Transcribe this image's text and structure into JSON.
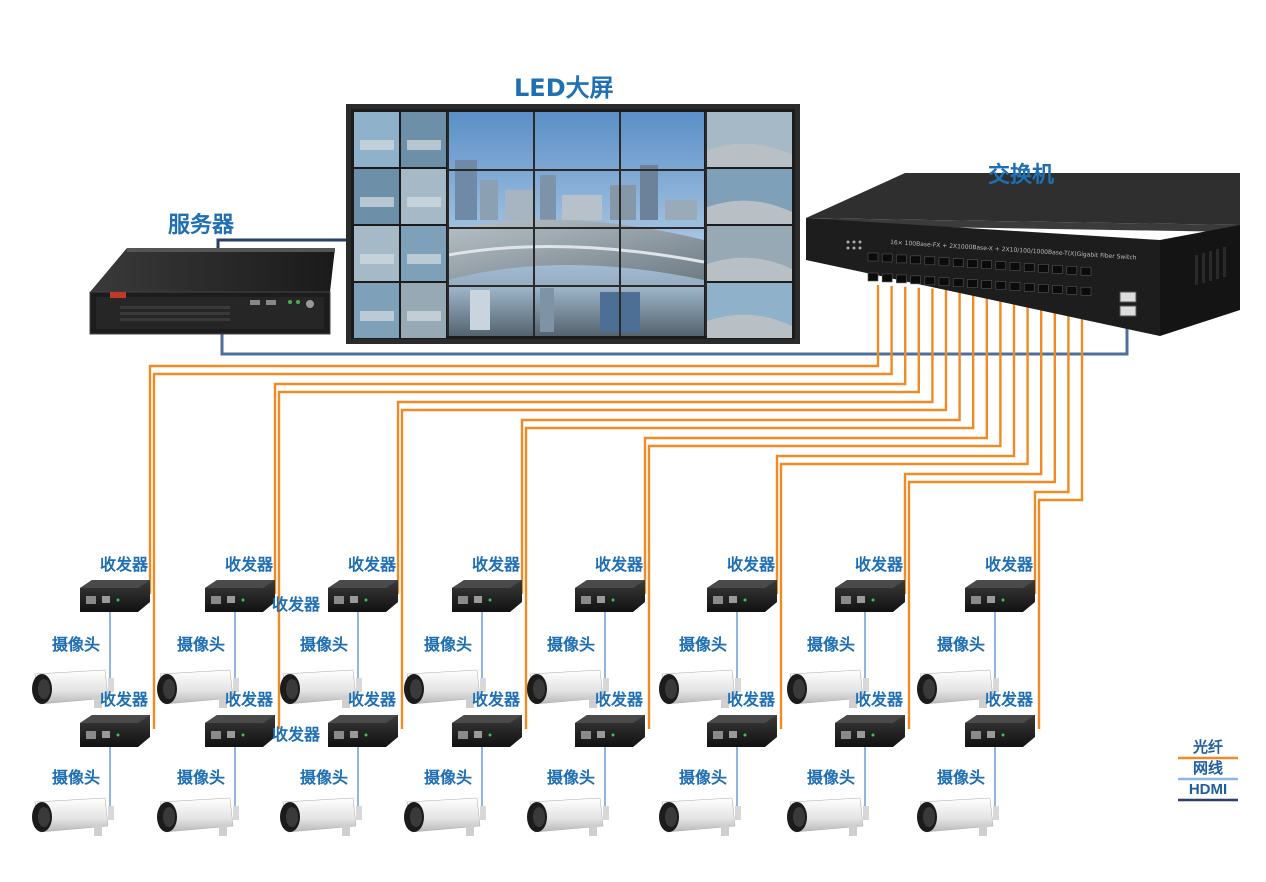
{
  "labels": {
    "led_screen": "LED大屏",
    "server": "服务器",
    "switch": "交换机",
    "transceiver": "收发器",
    "camera": "摄像头"
  },
  "switch_panel_text": "16× 100Base-FX + 2X1000Base-X + 2X10/100/1000Base-T(X)Gigabit Fiber Switch",
  "legend": [
    {
      "label": "光纤",
      "color": "#f08a24"
    },
    {
      "label": "网线",
      "color": "#8eb6e0"
    },
    {
      "label": "HDMI",
      "color": "#2a3f66"
    }
  ],
  "colors": {
    "fiber": "#f08a24",
    "network": "#8eb6e0",
    "hdmi": "#2a3f66",
    "label": "#1f6fb5"
  },
  "icons": {
    "server": "rack-server-icon",
    "switch": "fiber-switch-icon",
    "screen": "video-wall-icon",
    "transceiver": "media-converter-icon",
    "camera": "bullet-camera-icon"
  }
}
